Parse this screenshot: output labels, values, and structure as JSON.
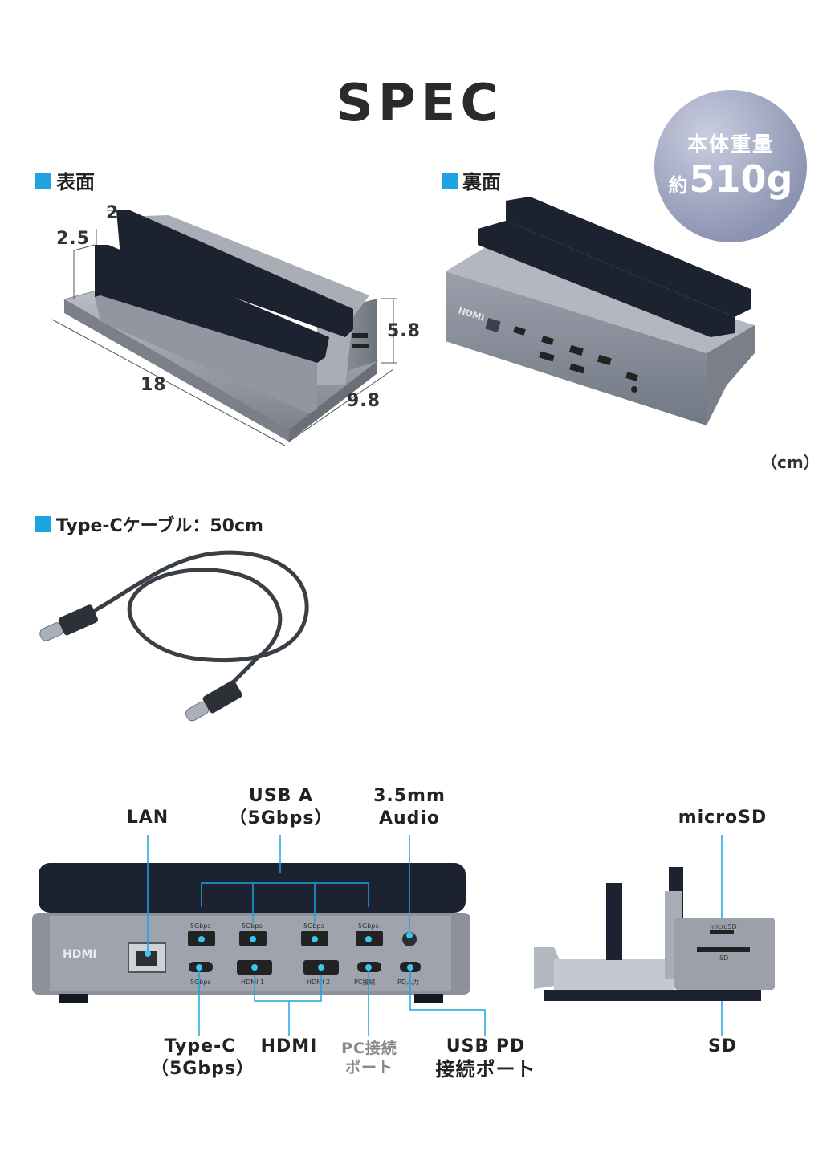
{
  "title": "SPEC",
  "weight_badge": {
    "label": "本体重量",
    "prefix": "約",
    "value": "510g"
  },
  "sections": {
    "front": "表面",
    "back": "裏面",
    "cable": "Type-Cケーブル：50cm"
  },
  "dimensions": {
    "d1": "2",
    "d2": "2.5",
    "d3": "5.8",
    "d4": "18",
    "d5": "9.8"
  },
  "unit": "（cm）",
  "callouts": {
    "lan": "LAN",
    "usb_a_1": "USB A",
    "usb_a_2": "（5Gbps）",
    "audio_1": "3.5mm",
    "audio_2": "Audio",
    "microsd": "microSD",
    "typec_1": "Type-C",
    "typec_2": "（5Gbps）",
    "hdmi": "HDMI",
    "pc_1": "PC接続",
    "pc_2": "ポート",
    "usbpd_1": "USB PD",
    "usbpd_2": "接続ポート",
    "sd": "SD"
  },
  "device_labels": {
    "hdmi_logo": "HDMI",
    "port_5gbps": "5Gbps",
    "hdmi1": "HDMI 1",
    "hdmi2": "HDMI 2",
    "pc_port": "PC接続",
    "pd_port": "PD入力",
    "microsd_slot": "microSD",
    "sd_slot": "SD"
  },
  "colors": {
    "accent": "#1ca4e0",
    "badge": "#9aa0bc",
    "device_body": "#8e939d",
    "device_dark": "#1c2230"
  }
}
